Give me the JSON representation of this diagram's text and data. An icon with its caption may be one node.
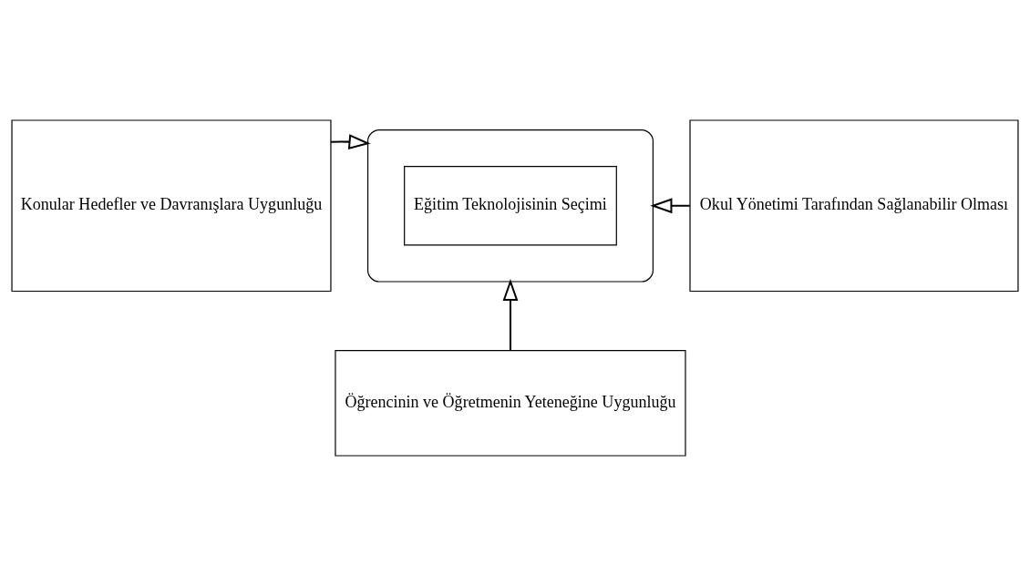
{
  "diagram": {
    "nodes": [
      {
        "text": [
          "Konular Hedefler ve Davranışlara Uygunluğu"
        ]
      },
      {
        "text": [],
        "shape": "ellipse"
      },
      {
        "text": [
          "Eğitim Teknolojisinin Seçimi"
        ],
        "in": 1
      },
      {
        "text": [
          "Okul Yönetimi Tarafından Sağlanabilir Olması"
        ]
      },
      {
        "text": [
          "Öğrencinin ve Öğretmenin Yeteneğine Uygunluğu"
        ]
      }
    ],
    "edges": [
      {
        "from": 0,
        "to": 1,
        "arrow": "to"
      },
      {
        "from": 3,
        "to": 1,
        "arrow": "to"
      },
      {
        "from": 4,
        "to": 1,
        "arrow": "to"
      }
    ]
  }
}
